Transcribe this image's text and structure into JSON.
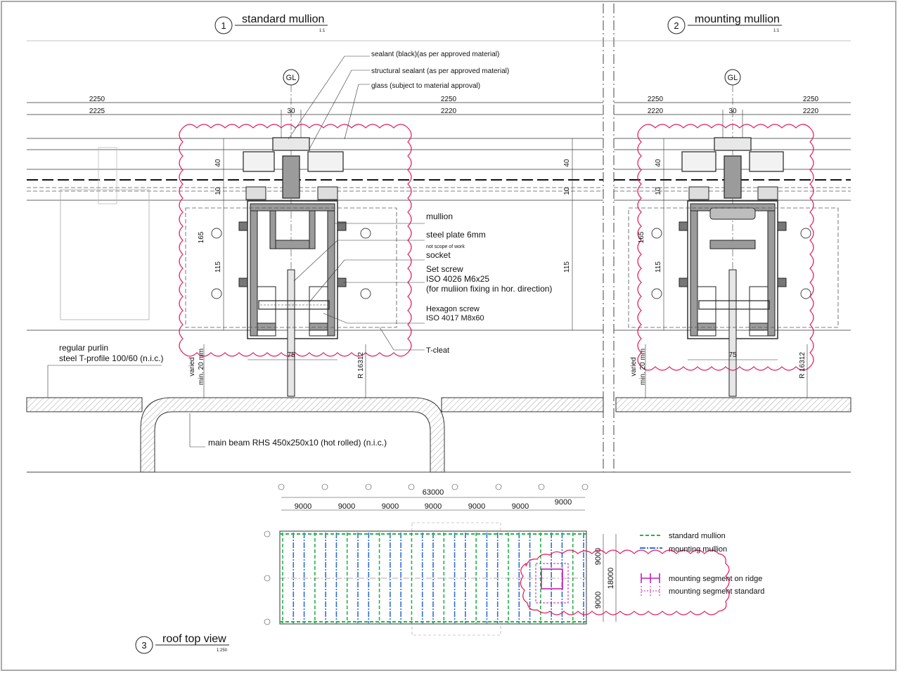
{
  "sheet": {
    "detail1": {
      "number": "1",
      "title": "standard mullion",
      "scale": "1:1"
    },
    "detail2": {
      "number": "2",
      "title": "mounting mullion",
      "scale": "1:1"
    },
    "detail3": {
      "number": "3",
      "title": "roof top view",
      "scale": "1:250"
    },
    "grid_label": "GL",
    "callouts": {
      "sealant": "sealant (black)(as per approved material)",
      "structural_sealant": "structural sealant (as per approved material)",
      "glass": "glass (subject to material approval)",
      "mullion": "mullion",
      "steel_plate": "steel plate 6mm",
      "not_scope": "not scope of work",
      "socket": "socket",
      "set_screw_1": "Set screw",
      "set_screw_2": "ISO 4026 M6x25",
      "set_screw_3": "(for muliion fixing in hor. direction)",
      "hex_screw_1": "Hexagon screw",
      "hex_screw_2": "ISO 4017 M8x60",
      "t_cleat": "T-cleat",
      "purlin_1": "regular purlin",
      "purlin_2": "steel T-profile 100/60 (n.i.c.)",
      "main_beam": "main beam RHS 450x250x10 (hot rolled) (n.i.c.)"
    },
    "dims1": {
      "d2250a": "2250",
      "d2225": "2225",
      "d30": "30",
      "d2250b": "2250",
      "d2220": "2220",
      "d40l": "40",
      "d10l": "10",
      "d165": "165",
      "d115l": "115",
      "d40r": "40",
      "d10r": "10",
      "d115r": "115",
      "d75": "75",
      "varied": "varied",
      "min20": "min. 20 mm",
      "radius": "R 16312"
    },
    "dims2": {
      "d2250a": "2250",
      "d2250b": "2250",
      "d2220a": "2220",
      "d30": "30",
      "d2220b": "2220",
      "d40": "40",
      "d10": "10",
      "d165": "165",
      "d115": "115",
      "d75": "75",
      "varied": "varied",
      "min20": "min. 20 mm",
      "radius": "R 16312"
    },
    "plan": {
      "overall": "63000",
      "bays": [
        "9000",
        "9000",
        "9000",
        "9000",
        "9000",
        "9000",
        "9000"
      ],
      "side_overall": "18000",
      "side_bays": [
        "9000",
        "9000"
      ],
      "legend": {
        "standard": "standard mullion",
        "mounting": "mounting mullion",
        "seg_ridge": "mounting segment on ridge",
        "seg_standard": "mounting segment standard"
      }
    },
    "colors": {
      "revision_cloud": "#e2185b",
      "standard_mullion": "#22b34a",
      "mounting_mullion": "#2f6fd8",
      "segment": "#c21fb6",
      "line": "#222222"
    }
  }
}
